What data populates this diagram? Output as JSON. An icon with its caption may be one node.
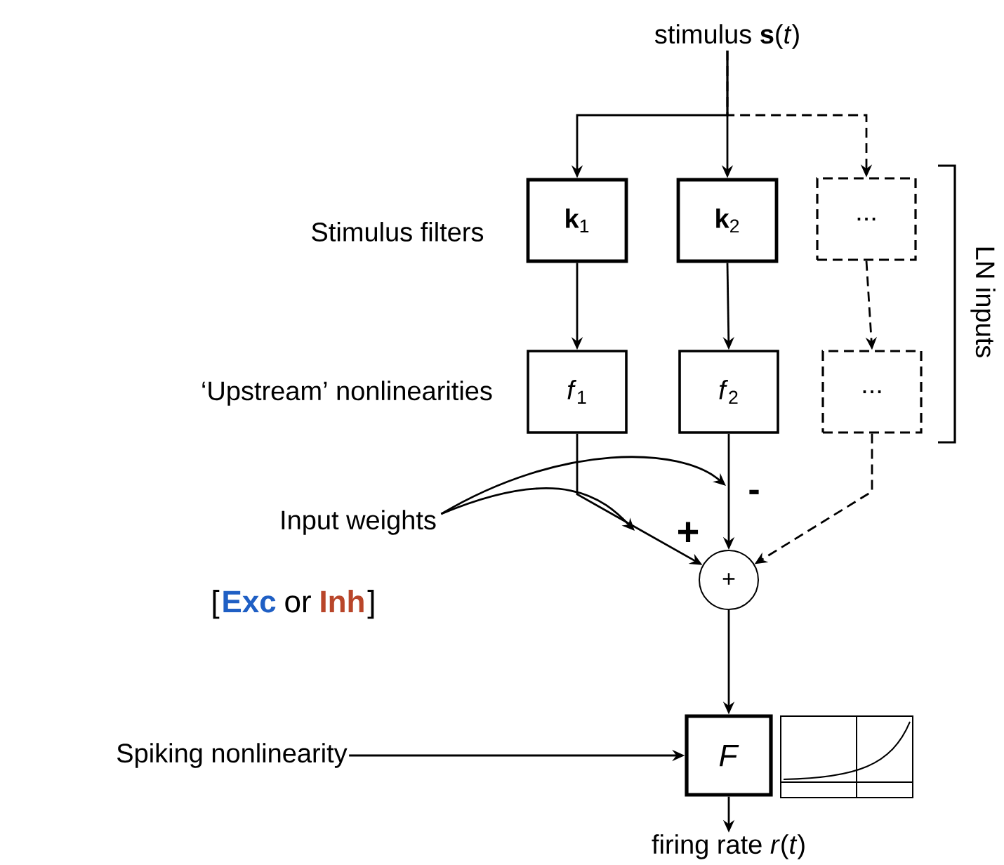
{
  "diagram": {
    "nodes": [
      {
        "text": [
          "stimulus **s**(*t*)"
        ]
      },
      {
        "text": [
          "**k**$_{1}$"
        ]
      },
      {
        "text": [
          "**k**$_{2}$"
        ]
      },
      {
        "text": [
          "..."
        ]
      },
      {
        "text": [
          "*f*$_{1}$"
        ]
      },
      {
        "text": [
          "*f*$_{2}$"
        ]
      },
      {
        "text": [
          "..."
        ]
      },
      {
        "text": [
          "+"
        ]
      },
      {
        "text": [
          "*F*"
        ]
      },
      {
        "text": [
          "firing rate *r*(*t*)"
        ]
      },
      {
        "text": [
          "Spiking nonlinearity"
        ]
      },
      {
        "text": [
          "Input weights"
        ]
      }
    ],
    "edges": [
      {
        "from": 0,
        "to": 1,
        "arrow": "to"
      },
      {
        "from": 0,
        "to": 2,
        "arrow": "to"
      },
      {
        "from": 0,
        "to": 3,
        "arrow": "to",
        "style": "dashed"
      },
      {
        "from": 1,
        "to": 4,
        "arrow": "to"
      },
      {
        "from": 2,
        "to": 5,
        "arrow": "to"
      },
      {
        "from": 3,
        "to": 6,
        "arrow": "to",
        "style": "dashed"
      },
      {
        "from": 4,
        "to": 7,
        "arrow": "to"
      },
      {
        "from": 5,
        "to": 7,
        "arrow": "to"
      },
      {
        "from": 6,
        "to": 7,
        "arrow": "to",
        "style": "dashed"
      },
      {
        "from": 7,
        "to": 8,
        "arrow": "to"
      },
      {
        "from": 8,
        "to": 9,
        "arrow": "to"
      },
      {
        "from": 10,
        "to": 8,
        "arrow": "to"
      },
      {
        "from": 11,
        "to": null,
        "arrow": "to"
      },
      {
        "from": 11,
        "to": null,
        "arrow": "to"
      }
    ],
    "labels": [
      "Stimulus filters",
      "LN inputs",
      "‘Upstream’ nonlinearities",
      "+",
      "-",
      "[",
      "Exc",
      "or",
      "Inh",
      "]"
    ]
  }
}
